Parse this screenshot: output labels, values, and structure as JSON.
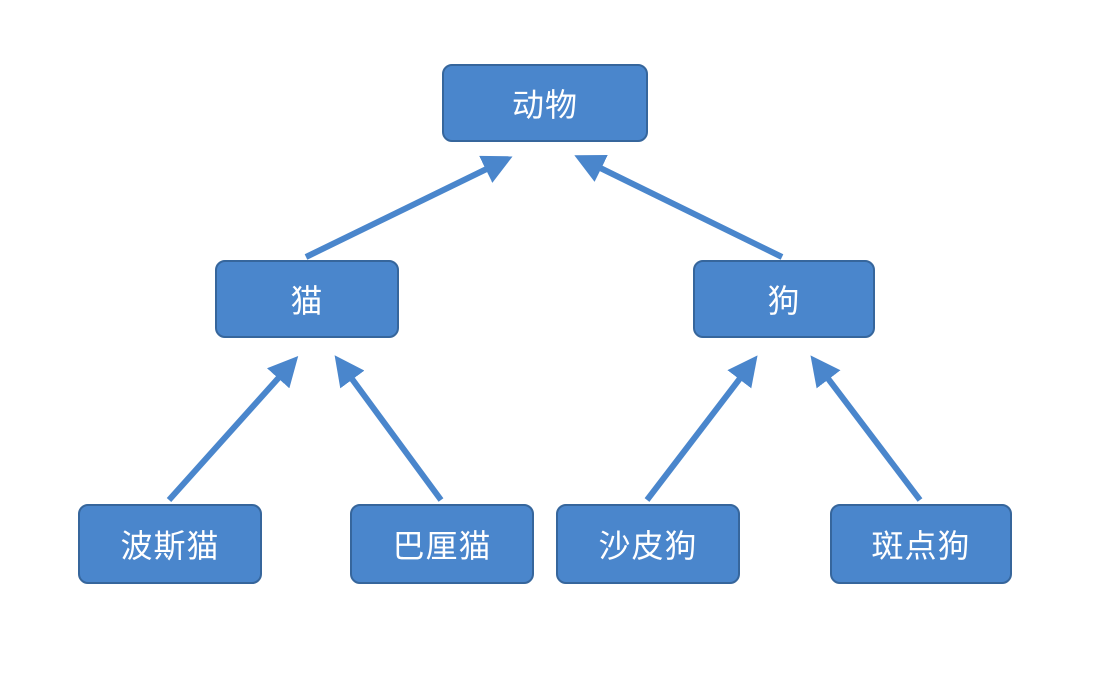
{
  "diagram": {
    "root": {
      "label": "动物"
    },
    "cat": {
      "label": "猫"
    },
    "dog": {
      "label": "狗"
    },
    "cat_children": [
      {
        "label": "波斯猫"
      },
      {
        "label": "巴厘猫"
      }
    ],
    "dog_children": [
      {
        "label": "沙皮狗"
      },
      {
        "label": "斑点狗"
      }
    ]
  },
  "colors": {
    "node_fill": "#4a86cc",
    "node_border": "#36669c",
    "arrow": "#4a86cc",
    "text": "#ffffff"
  }
}
